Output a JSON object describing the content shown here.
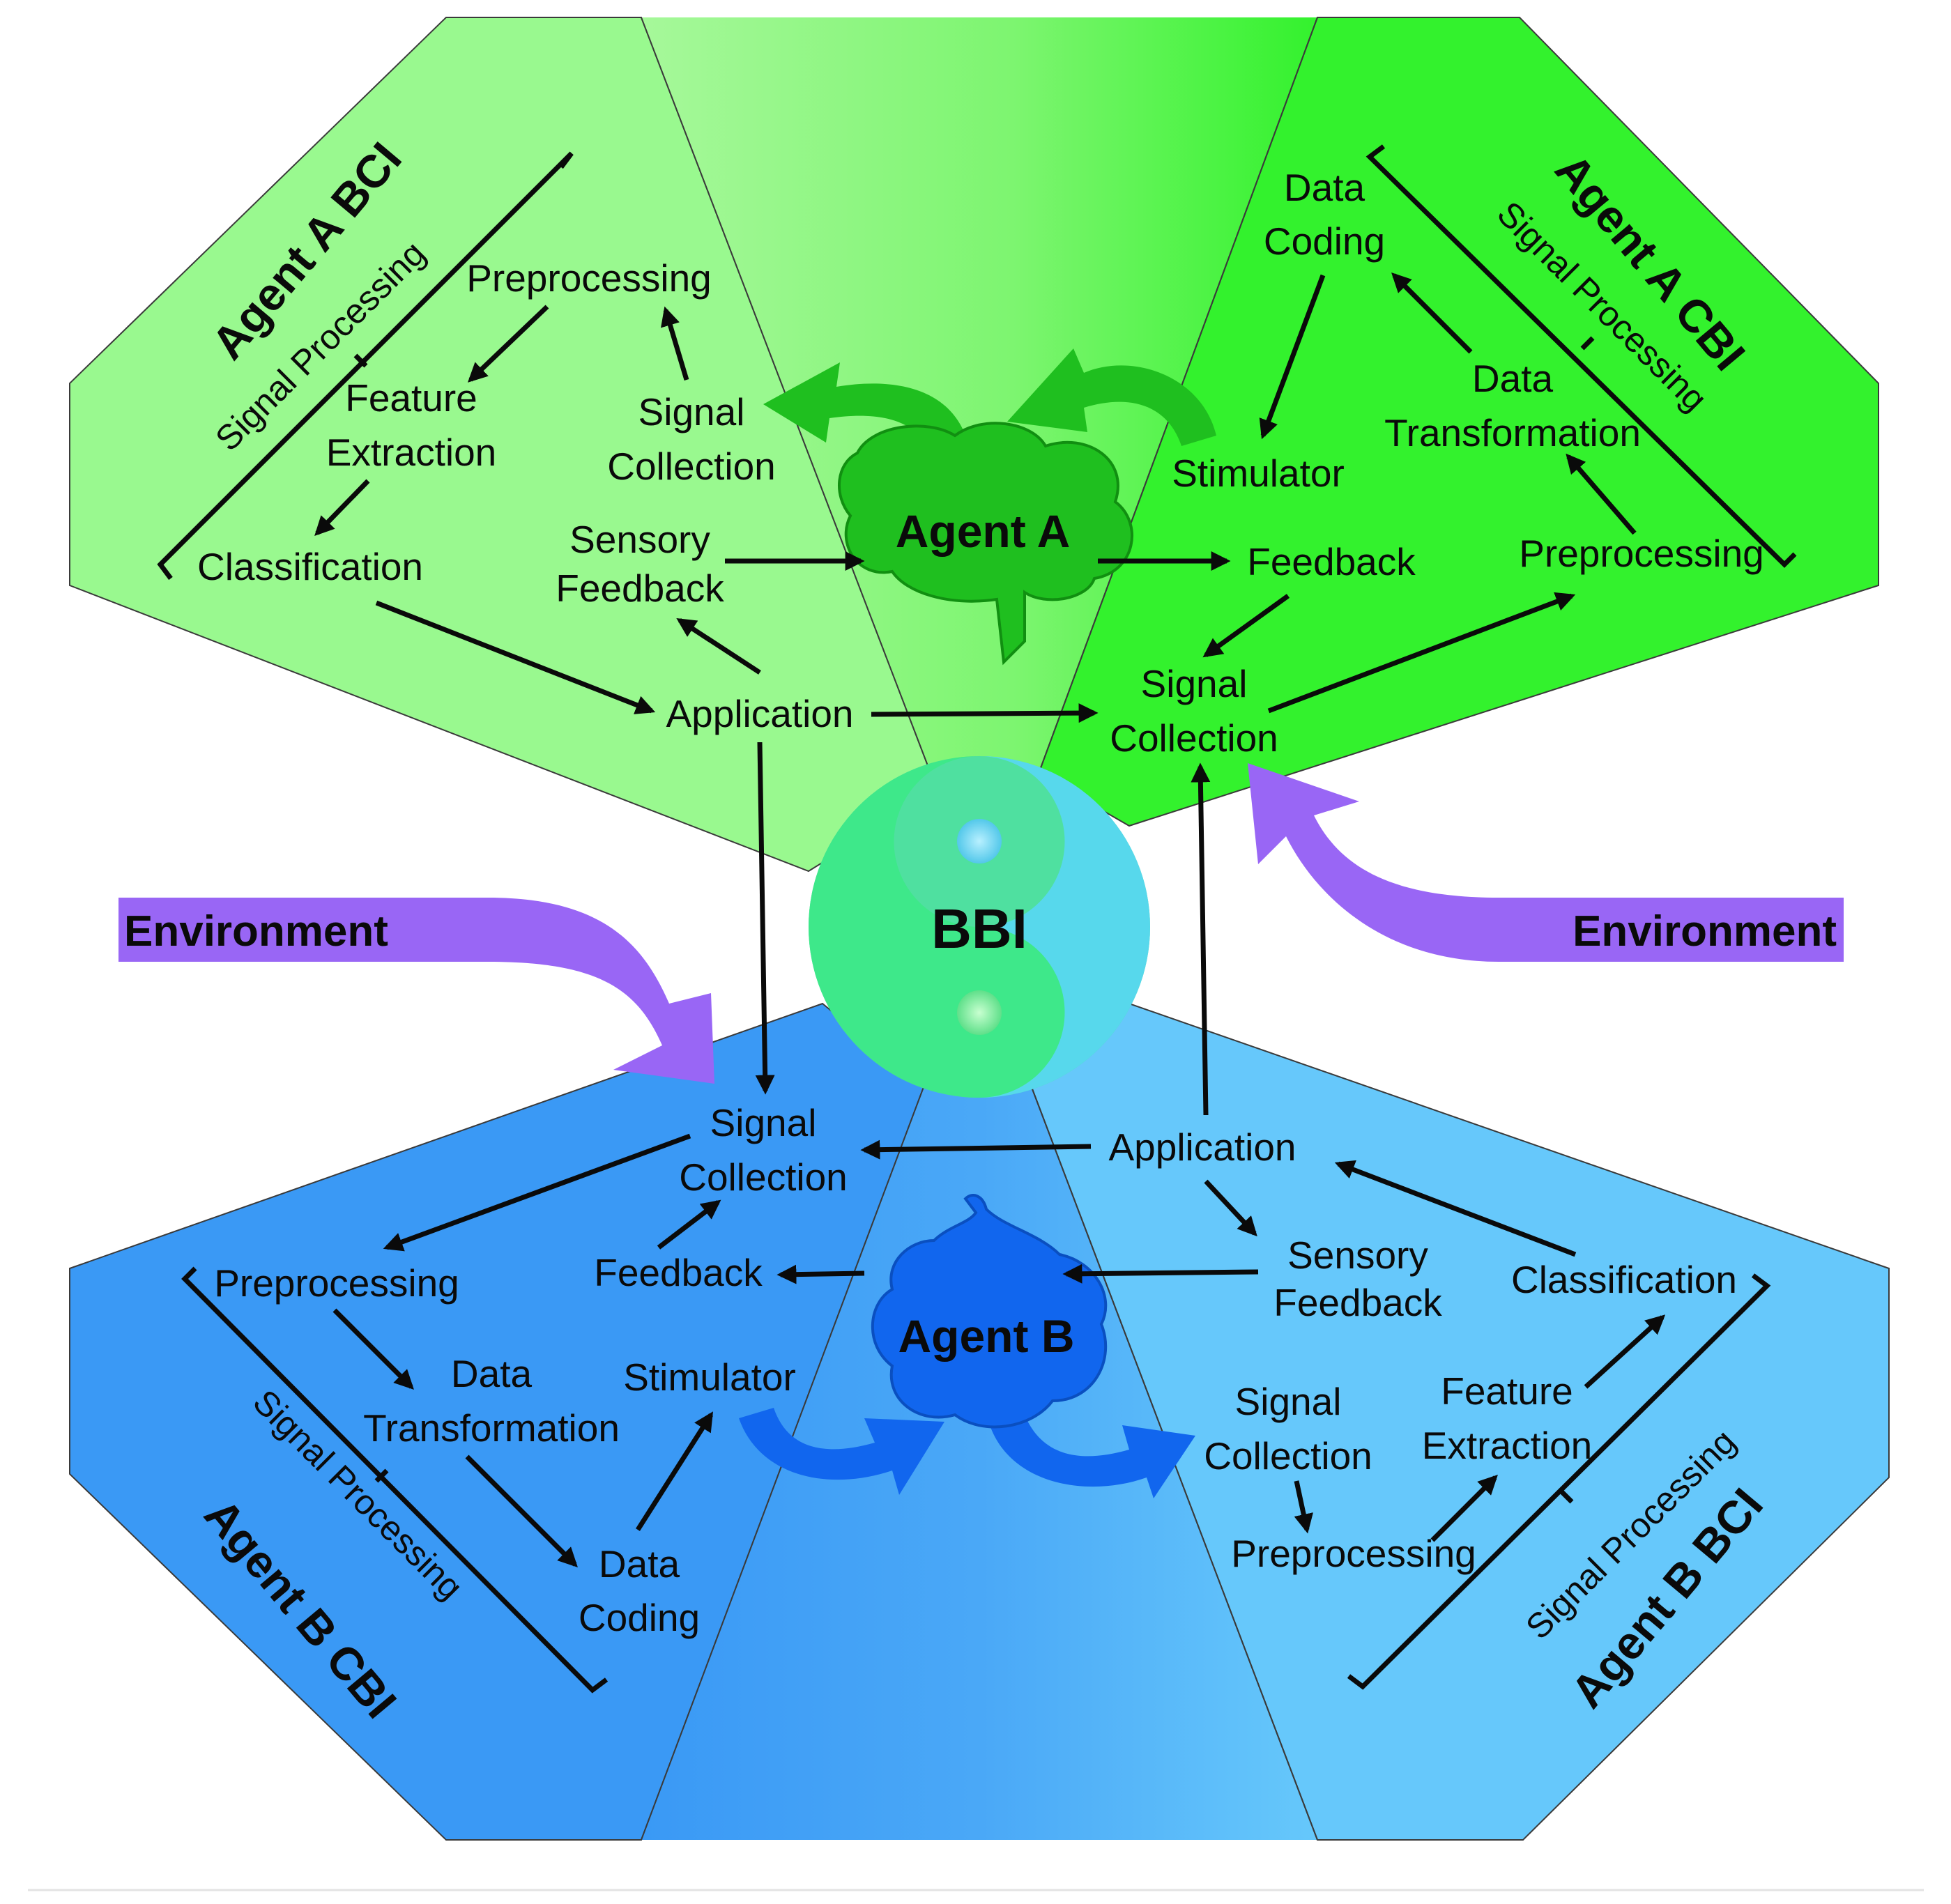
{
  "center_label": "BBI",
  "environment": {
    "left": "Environment",
    "right": "Environment"
  },
  "agent_a": {
    "name": "Agent A",
    "bci": {
      "title": "Agent A BCI",
      "signal_processing": "Signal Processing",
      "preprocessing": "Preprocessing",
      "feature_extraction": [
        "Feature",
        "Extraction"
      ],
      "classification": "Classification",
      "signal_collection": [
        "Signal",
        "Collection"
      ],
      "sensory_feedback": [
        "Sensory",
        "Feedback"
      ],
      "application": "Application"
    },
    "cbi": {
      "title": "Agent A CBI",
      "signal_processing": "Signal Processing",
      "data_coding": [
        "Data",
        "Coding"
      ],
      "data_transformation": [
        "Data",
        "Transformation"
      ],
      "preprocessing": "Preprocessing",
      "stimulator": "Stimulator",
      "feedback": "Feedback",
      "signal_collection": [
        "Signal",
        "Collection"
      ]
    }
  },
  "agent_b": {
    "name": "Agent B",
    "cbi": {
      "title": "Agent B CBI",
      "signal_processing": "Signal Processing",
      "signal_collection": [
        "Signal",
        "Collection"
      ],
      "preprocessing": "Preprocessing",
      "feedback": "Feedback",
      "data_transformation": [
        "Data",
        "Transformation"
      ],
      "stimulator": "Stimulator",
      "data_coding": [
        "Data",
        "Coding"
      ]
    },
    "bci": {
      "title": "Agent B BCI",
      "signal_processing": "Signal Processing",
      "application": "Application",
      "sensory_feedback": [
        "Sensory",
        "Feedback"
      ],
      "classification": "Classification",
      "signal_collection": [
        "Signal",
        "Collection"
      ],
      "feature_extraction": [
        "Feature",
        "Extraction"
      ],
      "preprocessing": "Preprocessing"
    }
  },
  "colors": {
    "agent_a_bci_region": "#99f98f",
    "agent_a_cbi_region": "#33f22d",
    "agent_b_cbi_region": "#3a99f5",
    "agent_b_bci_region": "#66c8fb",
    "environment_arrow": "#9966f5",
    "brain_a": "#1fbf1f",
    "brain_b": "#1166ee"
  }
}
